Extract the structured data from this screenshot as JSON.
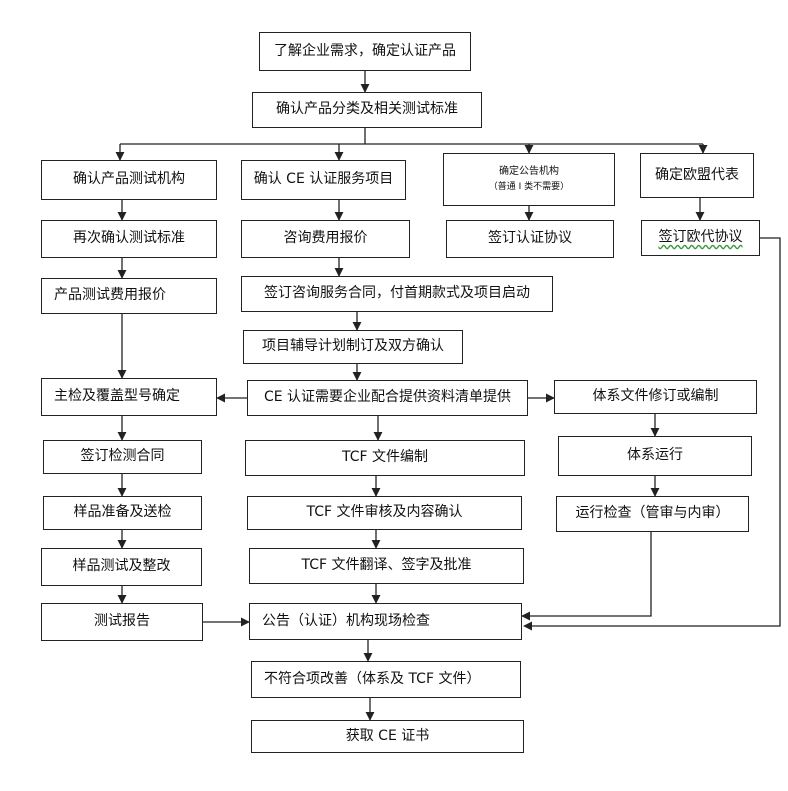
{
  "nodes": {
    "n1": "了解企业需求，确定认证产品",
    "n2": "确认产品分类及相关测试标准",
    "a1": "确认产品测试机构",
    "a2": "再次确认测试标准",
    "a3": "产品测试费用报价",
    "a4": "主检及覆盖型号确定",
    "a5": "签订检测合同",
    "a6": "样品准备及送检",
    "a7": "样品测试及整改",
    "a8": "测试报告",
    "b1": "确认 CE 认证服务项目",
    "b2": "咨询费用报价",
    "b3": "签订咨询服务合同，付首期款式及项目启动",
    "b4": "项目辅导计划制订及双方确认",
    "b5": "CE 认证需要企业配合提供资料清单提供",
    "b6": "TCF 文件编制",
    "b7": "TCF 文件审核及内容确认",
    "b8": "TCF 文件翻译、签字及批准",
    "c1": "确定公告机构",
    "c1_sub": "（普通 I 类不需要）",
    "c2": "签订认证协议",
    "d1": "确定欧盟代表",
    "d2": "签订欧代协议",
    "e1": "体系文件修订或编制",
    "e2": "体系运行",
    "e3": "运行检查（管审与内审）",
    "m1": "公告（认证）机构现场检查",
    "m2": "不符合项改善（体系及 TCF 文件）",
    "m3": "获取 CE 证书"
  }
}
